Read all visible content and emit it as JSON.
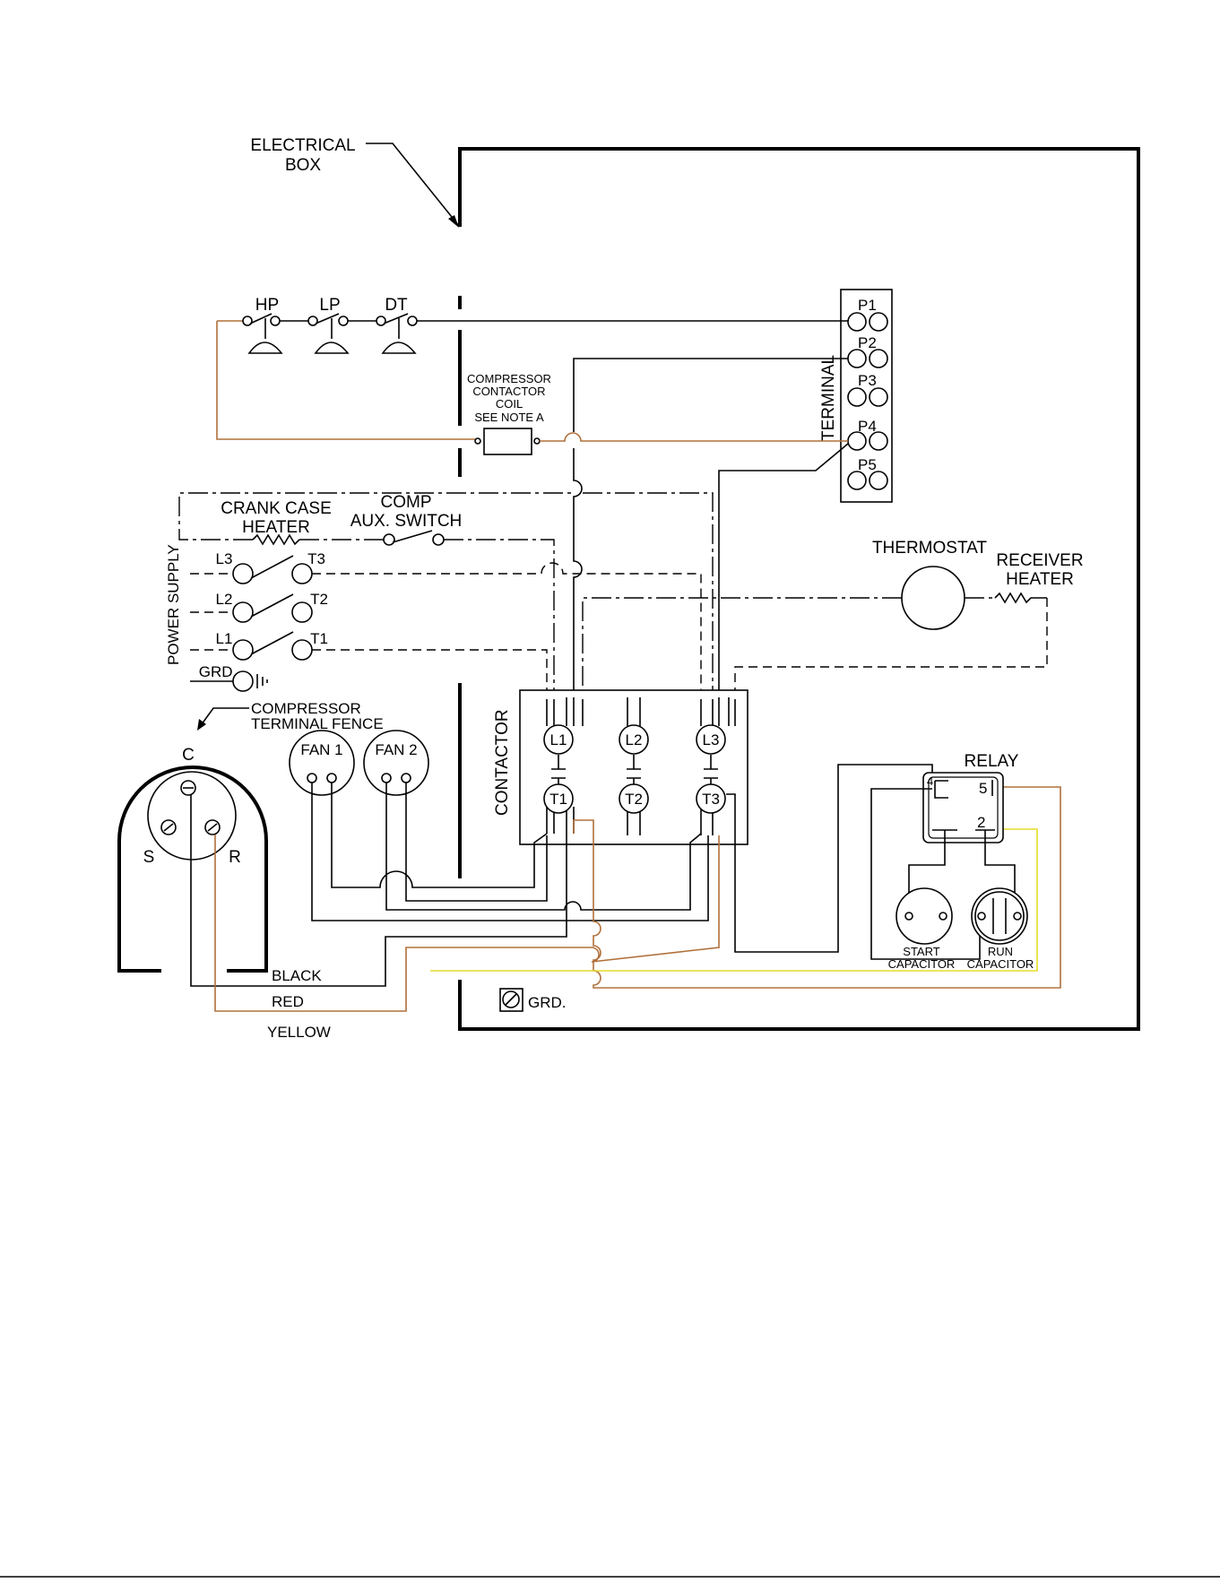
{
  "labels": {
    "electrical_box": [
      "ELECTRICAL",
      "BOX"
    ],
    "hp": "HP",
    "lp": "LP",
    "dt": "DT",
    "terminal": "TERMINAL",
    "p1": "P1",
    "p2": "P2",
    "p3": "P3",
    "p4": "P4",
    "p5": "P5",
    "coil": [
      "COMPRESSOR",
      "CONTACTOR",
      "COIL",
      "SEE NOTE A"
    ],
    "crank_case": [
      "CRANK CASE",
      "HEATER"
    ],
    "comp_aux": [
      "COMP",
      "AUX. SWITCH"
    ],
    "power_supply": "POWER SUPPLY",
    "l1": "L1",
    "l2": "L2",
    "l3": "L3",
    "t1": "T1",
    "t2": "T2",
    "t3": "T3",
    "grd": "GRD.",
    "thermostat": "THERMOSTAT",
    "receiver_heater": [
      "RECEIVER",
      "HEATER"
    ],
    "comp_fence": [
      "COMPRESSOR",
      "TERMINAL FENCE"
    ],
    "c": "C",
    "s": "S",
    "r": "R",
    "fan1": "FAN 1",
    "fan2": "FAN 2",
    "contactor": "CONTACTOR",
    "relay": "RELAY",
    "relay_4": "4",
    "relay_5": "5",
    "relay_2": "2",
    "start_cap": [
      "START",
      "CAPACITOR"
    ],
    "run_cap": [
      "RUN",
      "CAPACITOR"
    ],
    "black": "BLACK",
    "red": "RED",
    "yellow": "YELLOW",
    "box_grd": "GRD."
  },
  "colors": {
    "wire_black": "#000000",
    "wire_red": "#b0703a",
    "wire_yellow": "#e8dc2a"
  }
}
